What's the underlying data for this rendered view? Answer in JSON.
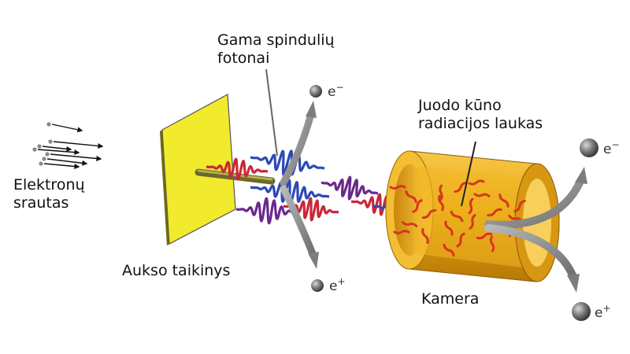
{
  "labels": {
    "electron_stream": [
      "Elektronų",
      "srautas"
    ],
    "gamma_photons": [
      "Gama spindulių",
      "fotonai"
    ],
    "gold_target": "Aukso taikinys",
    "blackbody_field": [
      "Juodo kūno",
      "radiacijos laukas"
    ],
    "chamber": "Kamera"
  },
  "particles": {
    "electron": "e",
    "electron_sign": "−",
    "positron": "e",
    "positron_sign": "+"
  },
  "colors": {
    "target_yellow": "#f2ea2c",
    "chamber_gold": "#e8a90e",
    "chamber_dark": "#b87808",
    "wave_red": "#c9283a",
    "wave_blue": "#2d49b4",
    "wave_purple": "#6a2a8c",
    "sphere_grey": "#6e6e6e",
    "arrow_grey": "#8a8a8a"
  }
}
